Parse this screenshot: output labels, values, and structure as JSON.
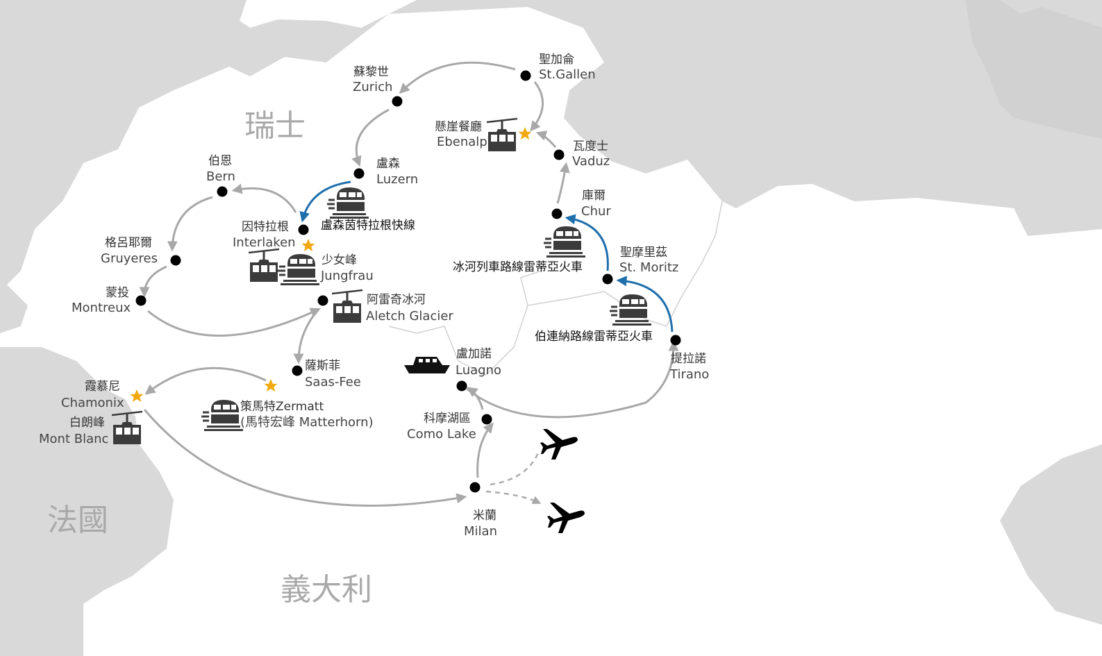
{
  "countries": {
    "switzerland": "瑞士",
    "france": "法國",
    "italy": "義大利"
  },
  "colors": {
    "land_outside": "#d9d9d9",
    "land_inside": "#ffffff",
    "route": "#a8a8a8",
    "rail_route": "#1f6fad",
    "star": "#f2a80f"
  },
  "places": {
    "zurich": {
      "cn": "蘇黎世",
      "en": "Zurich"
    },
    "stgallen": {
      "cn": "聖加侖",
      "en": "St.Gallen"
    },
    "ebenalp": {
      "cn": "懸崖餐廳",
      "en": "Ebenalp"
    },
    "vaduz": {
      "cn": "瓦度士",
      "en": "Vaduz"
    },
    "luzern": {
      "cn": "盧森",
      "en": "Luzern"
    },
    "bern": {
      "cn": "伯恩",
      "en": "Bern"
    },
    "interlaken": {
      "cn": "因特拉根",
      "en": "Interlaken"
    },
    "gruyeres": {
      "cn": "格呂耶爾",
      "en": "Gruyeres"
    },
    "jungfrau": {
      "cn": "少女峰",
      "en": "Jungfrau"
    },
    "chur": {
      "cn": "庫爾",
      "en": "Chur"
    },
    "montreux": {
      "cn": "蒙投",
      "en": "Montreux"
    },
    "aletsch": {
      "cn": "阿雷奇冰河",
      "en": "Aletch Glacier"
    },
    "stmoritz": {
      "cn": "聖摩里茲",
      "en": "St. Moritz"
    },
    "saasfee": {
      "cn": "薩斯菲",
      "en": "Saas-Fee"
    },
    "luagno": {
      "cn": "盧加諾",
      "en": "Luagno"
    },
    "tirano": {
      "cn": "提拉諾",
      "en": "Tirano"
    },
    "chamonix": {
      "cn": "霞慕尼",
      "en": "Chamonix"
    },
    "montblanc": {
      "cn": "白朗峰",
      "en": "Mont Blanc"
    },
    "zermatt": {
      "cn": "策馬特Zermatt",
      "en": "(馬特宏峰 Matterhorn)"
    },
    "como": {
      "cn": "科摩湖區",
      "en": "Como Lake"
    },
    "milan": {
      "cn": "米蘭",
      "en": "Milan"
    }
  },
  "routes": {
    "golden_pass": "盧森茵特拉根快線",
    "glacier_express": "冰河列車路線雷蒂亞火車",
    "bernina_express": "伯連納路線雷蒂亞火車"
  },
  "icons": [
    "train-icon",
    "cable-car-icon",
    "boat-icon",
    "airplane-icon",
    "star-icon"
  ]
}
